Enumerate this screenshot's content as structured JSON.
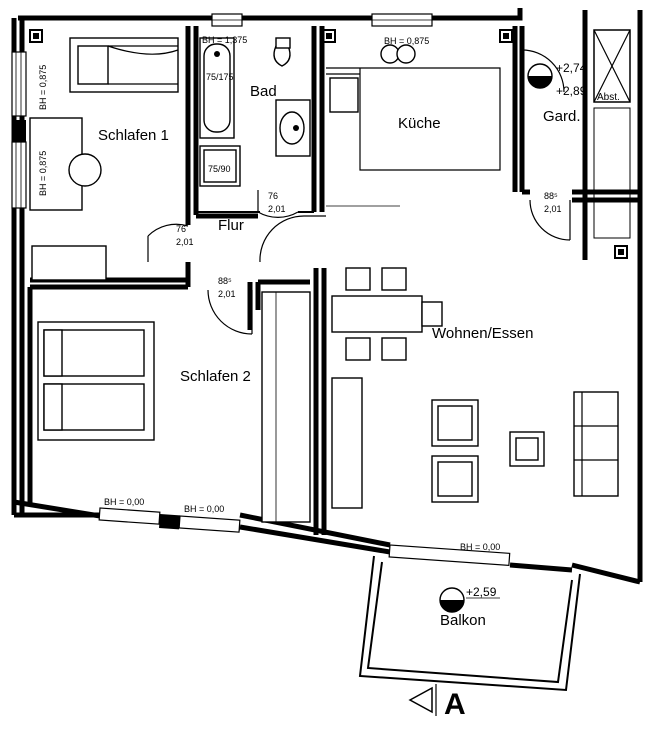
{
  "rooms": {
    "schlafen1": "Schlafen 1",
    "bad": "Bad",
    "kueche": "Küche",
    "gard": "Gard.",
    "flur": "Flur",
    "schlafen2": "Schlafen 2",
    "wohnen": "Wohnen/Essen",
    "balkon": "Balkon",
    "abst": "Abst."
  },
  "dimensions": {
    "bh_bad": "BH = 1,375",
    "bh_kueche": "BH = 0,875",
    "bh_left_top": "BH = 0,875",
    "bh_left_mid": "BH = 0,875",
    "bh_bottom_1": "BH = 0,00",
    "bh_bottom_2": "BH = 0,00",
    "bh_balkon": "BH = 0,00",
    "tub": "75/175",
    "shower": "75/90",
    "door_bad_w": "76",
    "door_bad_h": "2,01",
    "door_s1_w": "76",
    "door_s1_h": "2,01",
    "door_s2_w": "88⁵",
    "door_s2_h": "2,01",
    "door_gard_w": "88⁵",
    "door_gard_h": "2,01"
  },
  "levels": {
    "gard_top": "+2,74",
    "gard_bottom": "+2,89",
    "balkon": "+2,59"
  },
  "marker": {
    "section": "A"
  }
}
